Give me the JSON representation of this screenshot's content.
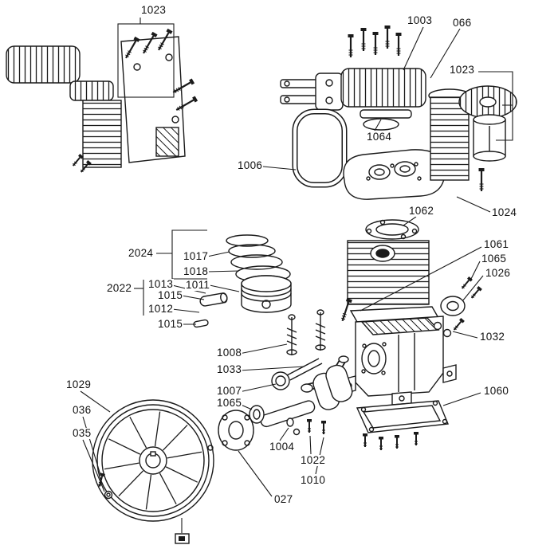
{
  "figure": {
    "background": "#ffffff",
    "line_color": "#1a1a1a",
    "labels": [
      {
        "text": "1023"
      },
      {
        "text": "1003"
      },
      {
        "text": "066"
      },
      {
        "text": "1023"
      },
      {
        "text": "1064"
      },
      {
        "text": "1006"
      },
      {
        "text": "1024"
      },
      {
        "text": "1062"
      },
      {
        "text": "1061"
      },
      {
        "text": "1065"
      },
      {
        "text": "1026"
      },
      {
        "text": "1032"
      },
      {
        "text": "2024"
      },
      {
        "text": "1017"
      },
      {
        "text": "1018"
      },
      {
        "text": "2022"
      },
      {
        "text": "1013"
      },
      {
        "text": "1011"
      },
      {
        "text": "1015"
      },
      {
        "text": "1012"
      },
      {
        "text": "1015"
      },
      {
        "text": "1008"
      },
      {
        "text": "1033"
      },
      {
        "text": "1007"
      },
      {
        "text": "1065"
      },
      {
        "text": "1029"
      },
      {
        "text": "036"
      },
      {
        "text": "035"
      },
      {
        "text": "1060"
      },
      {
        "text": "1004"
      },
      {
        "text": "1022"
      },
      {
        "text": "1010"
      },
      {
        "text": "027"
      }
    ]
  }
}
